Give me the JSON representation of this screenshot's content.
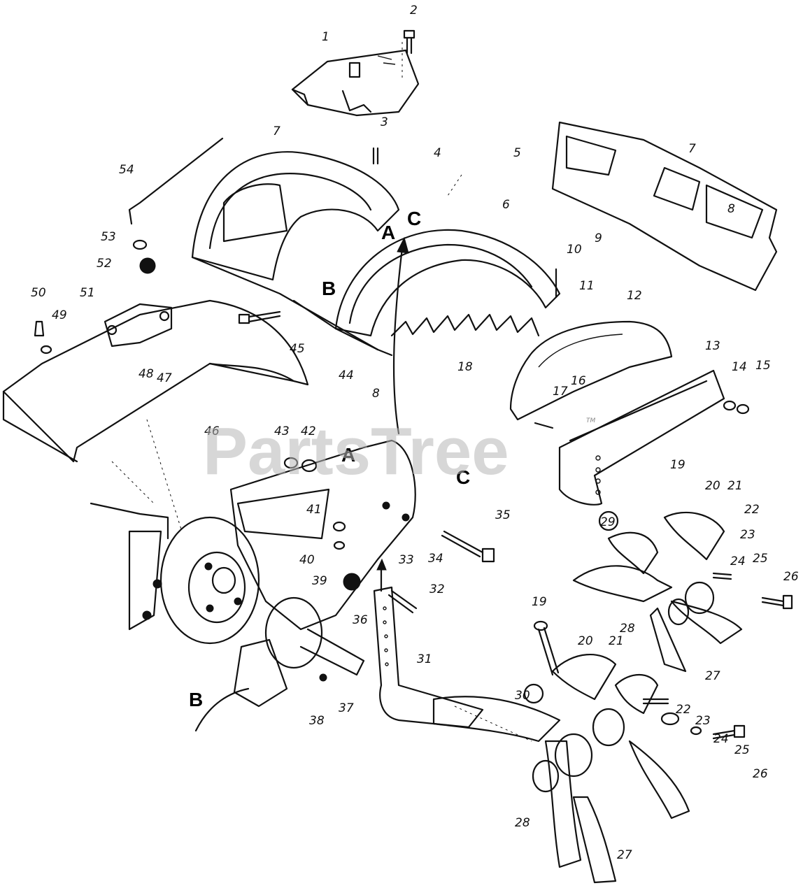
{
  "watermark": {
    "text": "PartsTree",
    "trademark": "TM"
  },
  "reference_letters": [
    "A",
    "C",
    "B",
    "A",
    "C",
    "B"
  ],
  "callouts": [
    "1",
    "2",
    "3",
    "4",
    "5",
    "6",
    "7",
    "7",
    "8",
    "9",
    "10",
    "11",
    "12",
    "13",
    "14",
    "15",
    "16",
    "17",
    "18",
    "8",
    "19",
    "20",
    "21",
    "22",
    "23",
    "24",
    "25",
    "26",
    "29",
    "19",
    "20",
    "21",
    "28",
    "27",
    "30",
    "22",
    "23",
    "24",
    "25",
    "26",
    "28",
    "27",
    "35",
    "32",
    "33",
    "34",
    "36",
    "31",
    "37",
    "38",
    "39",
    "40",
    "41",
    "42",
    "43",
    "44",
    "45",
    "46",
    "47",
    "48",
    "49",
    "50",
    "51",
    "52",
    "53",
    "54"
  ]
}
